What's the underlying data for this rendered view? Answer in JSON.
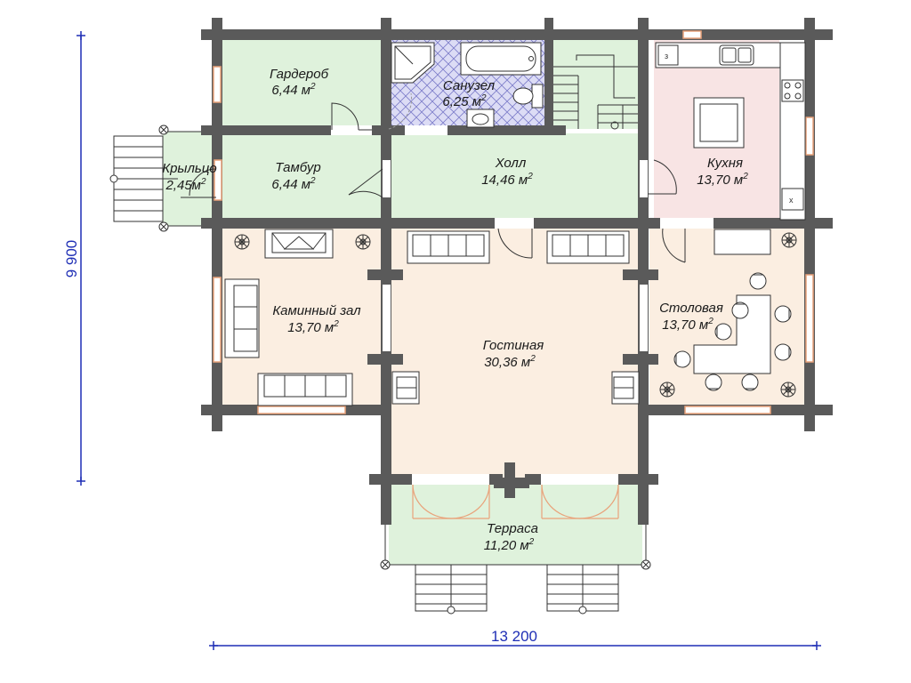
{
  "rooms": {
    "garderob": {
      "name": "Гардероб",
      "area": "6,44 м",
      "sup": "2"
    },
    "sanuzel": {
      "name": "Санузел",
      "area": "6,25 м",
      "sup": "2"
    },
    "kryltso": {
      "name": "Крыльцо",
      "area": "2,45м",
      "sup": "2"
    },
    "tambur": {
      "name": "Тамбур",
      "area": "6,44 м",
      "sup": "2"
    },
    "holl": {
      "name": "Холл",
      "area": "14,46 м",
      "sup": "2"
    },
    "kuhnya": {
      "name": "Кухня",
      "area": "13,70 м",
      "sup": "2"
    },
    "kaminny": {
      "name": "Каминный зал",
      "area": "13,70 м",
      "sup": "2"
    },
    "gostinaya": {
      "name": "Гостиная",
      "area": "30,36 м",
      "sup": "2"
    },
    "stolovaya": {
      "name": "Столовая",
      "area": "13,70 м",
      "sup": "2"
    },
    "terrasa": {
      "name": "Терраса",
      "area": "11,20 м",
      "sup": "2"
    }
  },
  "dimensions": {
    "width": "13 200",
    "height": "9 900"
  },
  "appliance_labels": {
    "k3": "з",
    "kx": "х"
  },
  "colors": {
    "wall": "#5a5a5a",
    "green": "#dff2dc",
    "beige": "#fbeee1",
    "pink": "#f8e4e4",
    "blue": "#d8d8f4",
    "dimension": "#1f2fb5",
    "window": "#e9a27a"
  }
}
